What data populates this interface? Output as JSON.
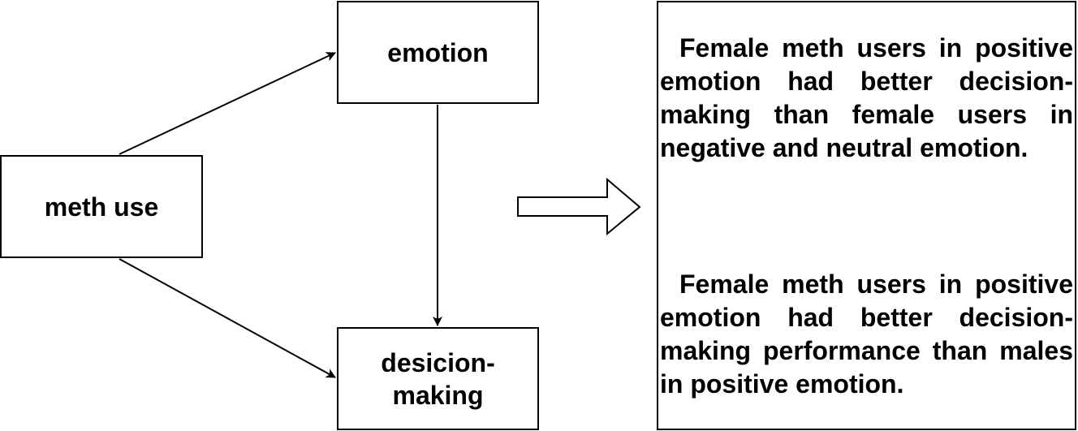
{
  "nodes": {
    "meth_use": "meth use",
    "emotion": "emotion",
    "decision_making": "desicion-making"
  },
  "findings": {
    "first": "Female meth users in positive emotion had better decision-making than female users in negative and neutral emotion.",
    "second": "Female meth users in positive emotion had better decision-making performance than males in positive emotion."
  },
  "icons": {
    "result_arrow": "hollow-right-arrow-icon"
  },
  "colors": {
    "stroke": "#000000",
    "fill": "#ffffff"
  }
}
